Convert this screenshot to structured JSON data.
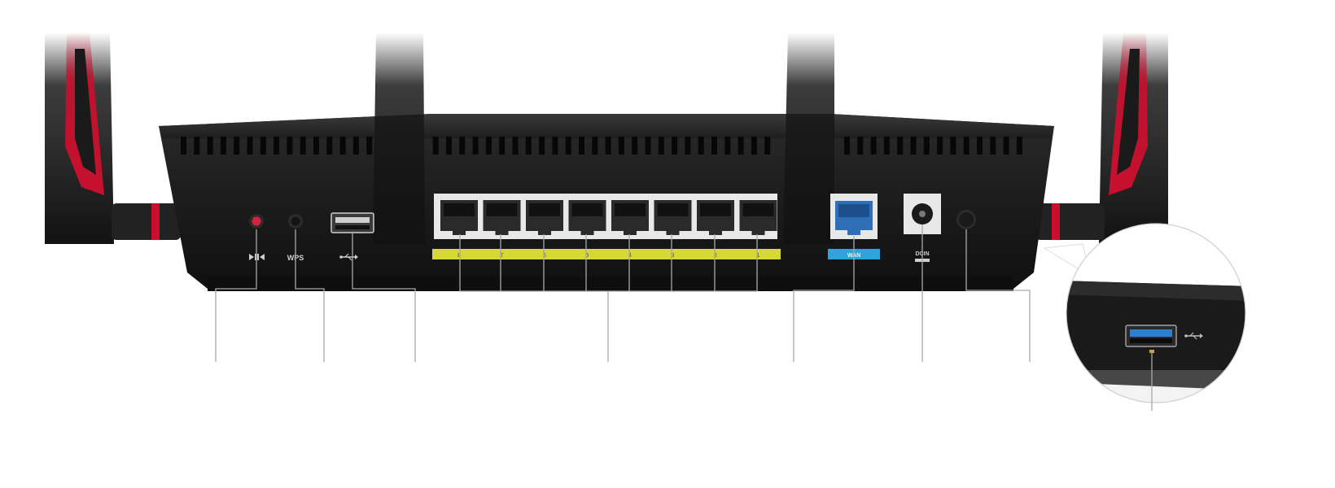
{
  "product": {
    "view": "router-rear-panel"
  },
  "panel_labels": {
    "wps": "WPS",
    "lan_numbers": [
      "8",
      "7",
      "6",
      "5",
      "4",
      "3",
      "2",
      "1"
    ],
    "wan": "WAN",
    "dcin": "DCIN"
  },
  "callouts": [
    {
      "target": "reset-button"
    },
    {
      "target": "wps-button"
    },
    {
      "target": "usb2-port"
    },
    {
      "target": "lan-ports"
    },
    {
      "target": "wan-port"
    },
    {
      "target": "dc-in-port"
    },
    {
      "target": "power-button"
    },
    {
      "target": "usb3-port"
    }
  ],
  "colors": {
    "background": "#ffffff",
    "body": "#1b1b1b",
    "accent_red": "#c8102e",
    "lan_strip": "#d6d83a",
    "wan_strip": "#2ea3dc",
    "callout_line": "#a9a9a9"
  },
  "icons": [
    "reset-icon",
    "usb-icon"
  ]
}
